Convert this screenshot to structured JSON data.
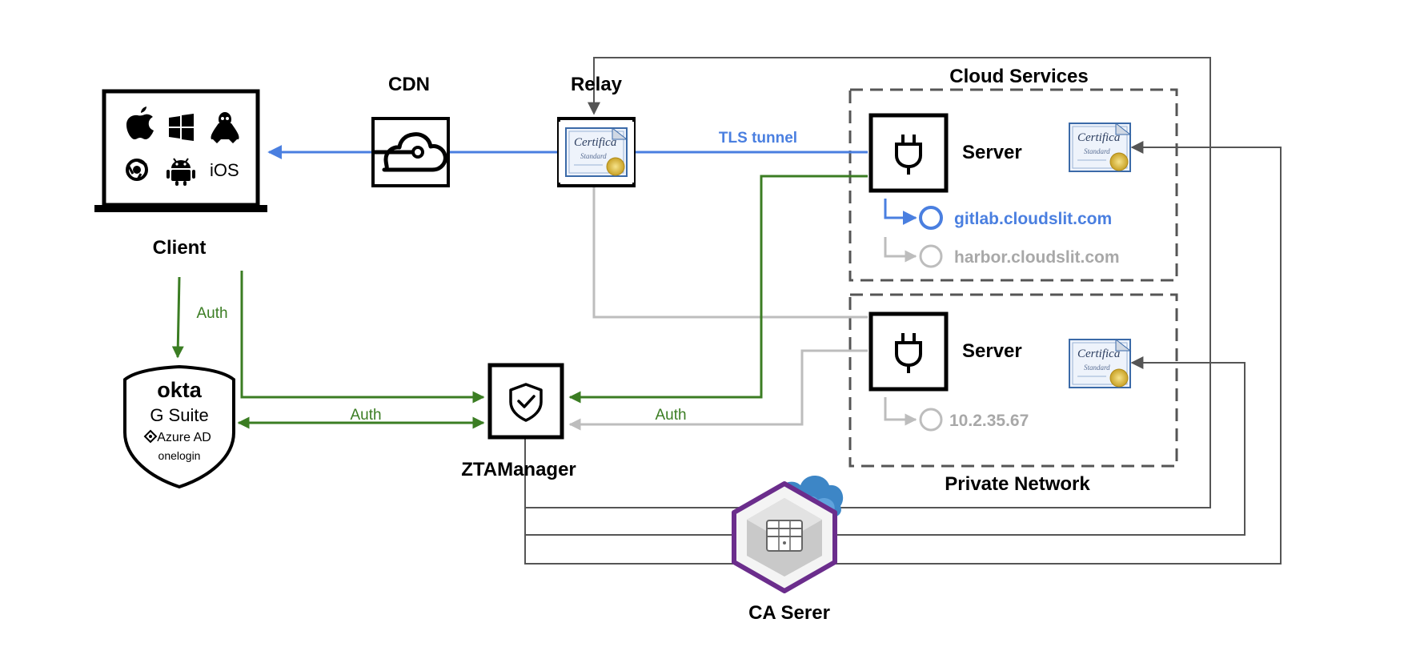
{
  "colors": {
    "tls_blue": "#4a7fe0",
    "auth_green": "#3b7d23",
    "inactive_gray": "#bdbdbd",
    "ca_line": "#555555",
    "ca_purple": "#6b2d8c",
    "cloud_blue": "#3d86c6",
    "dashed_border": "#555555"
  },
  "nodes": {
    "client": {
      "label": "Client",
      "os_label": "iOS",
      "icons": [
        "apple-icon",
        "windows-icon",
        "linux-icon",
        "chrome-icon",
        "android-icon",
        "ios-text"
      ]
    },
    "cdn": {
      "label": "CDN",
      "icon": "cloud-icon"
    },
    "relay": {
      "label": "Relay",
      "icon": "certificate-icon"
    },
    "idp": {
      "lines": [
        "okta",
        "G Suite",
        "Azure AD",
        "onelogin"
      ],
      "icon": "identity-provider-shield"
    },
    "ztamanager": {
      "label": "ZTAManager",
      "icon": "shield-check-icon"
    },
    "ca_server": {
      "label": "CA Serer",
      "icon": "ca-server-hexagon-icon"
    }
  },
  "zones": {
    "cloud_services": {
      "label": "Cloud Services",
      "server_label": "Server",
      "services": [
        {
          "name": "gitlab.cloudslit.com",
          "state": "active"
        },
        {
          "name": "harbor.cloudslit.com",
          "state": "inactive"
        }
      ]
    },
    "private_network": {
      "label": "Private Network",
      "server_label": "Server",
      "services": [
        {
          "name": "10.2.35.67",
          "state": "inactive"
        }
      ]
    }
  },
  "edges": {
    "tls_tunnel": "TLS tunnel",
    "auth_client_idp": "Auth",
    "auth_idp_zta": "Auth",
    "auth_server_zta": "Auth"
  }
}
